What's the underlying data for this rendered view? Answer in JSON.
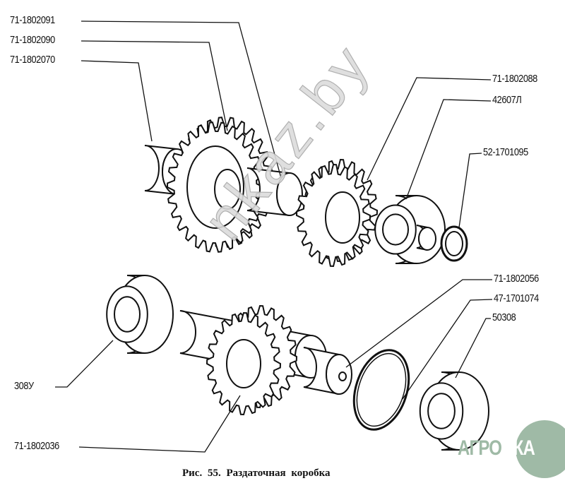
{
  "labels": {
    "l1": "71-1802091",
    "l2": "71-1802090",
    "l3": "71-1802070",
    "l4": "71-1802088",
    "l5": "42607Л",
    "l6": "52-1701095",
    "l7": "71-1802056",
    "l8": "47-1701074",
    "l9": "50308",
    "l10": "308У",
    "l11": "71-1802036"
  },
  "caption": "Рис. 55. Раздаточная коробка",
  "watermark": "nkaz.by",
  "logo": {
    "left": "АГРО",
    "right": "НКА",
    "color": "#9fbaa6"
  }
}
